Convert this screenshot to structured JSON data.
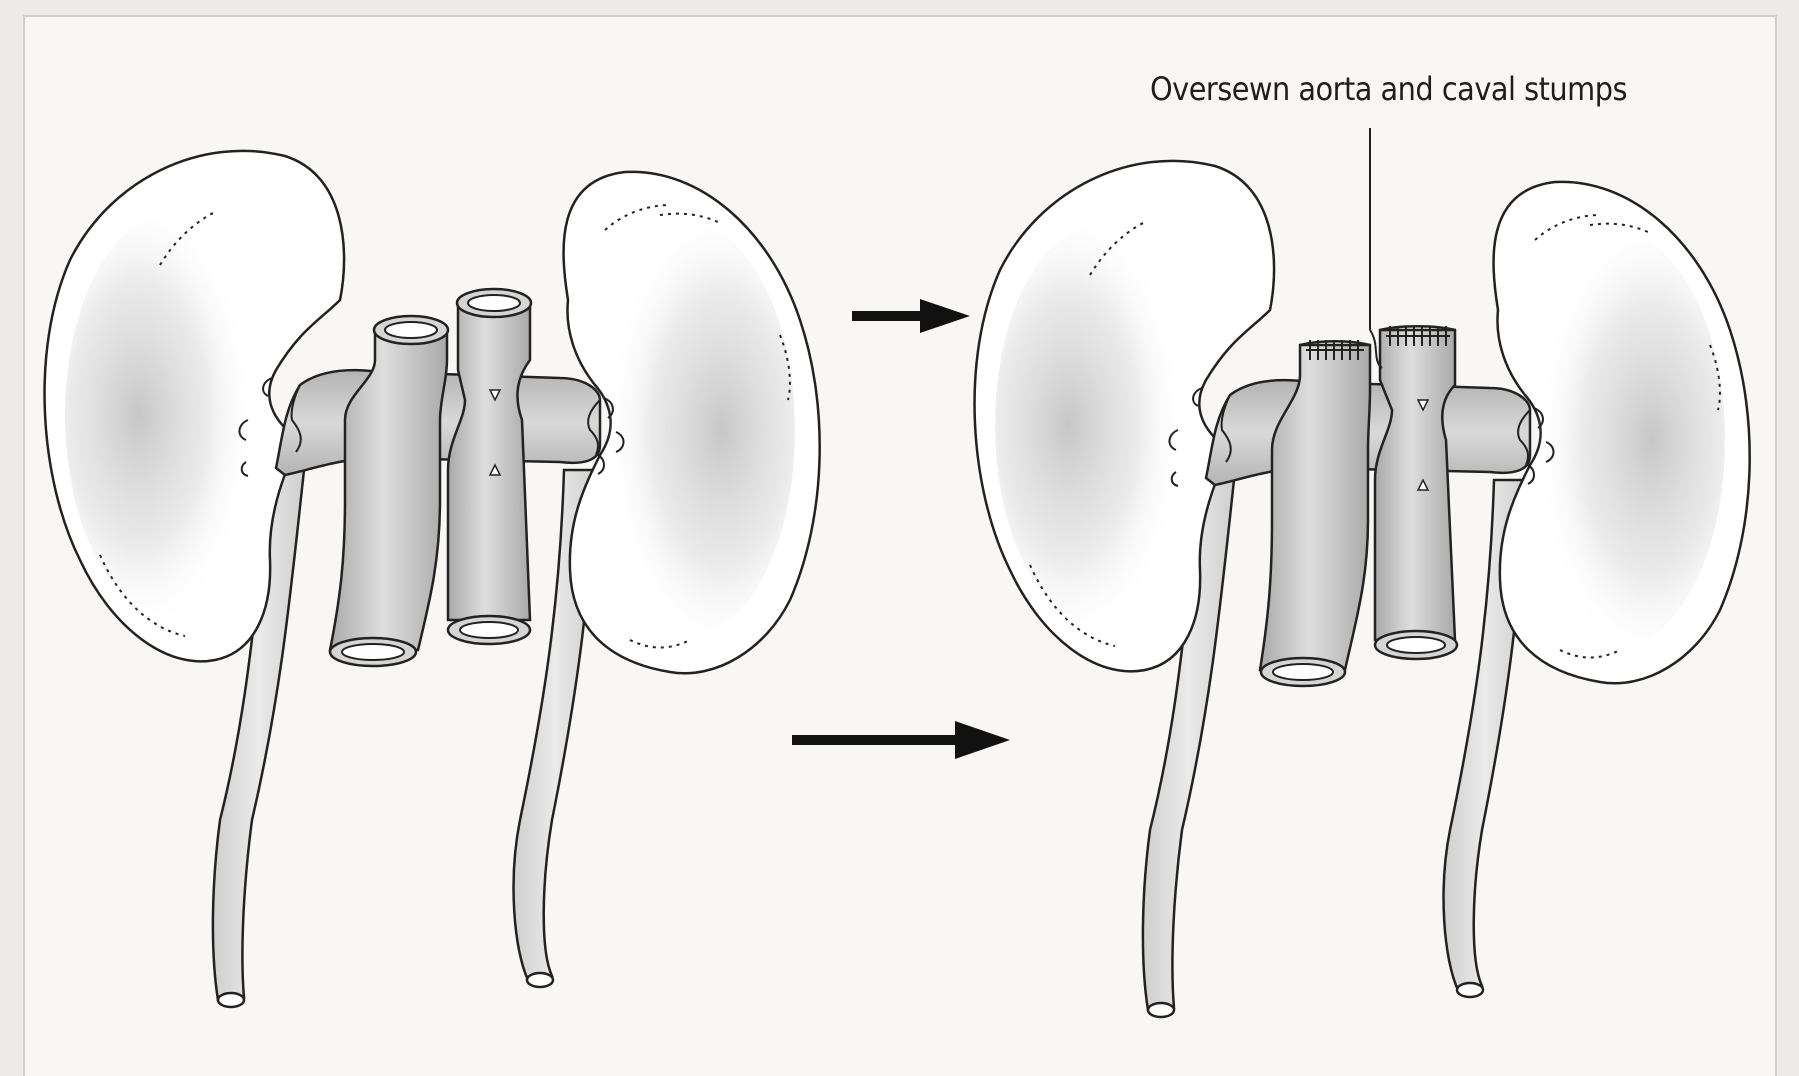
{
  "diagram": {
    "callout": {
      "label": "Oversewn aorta and caval stumps"
    },
    "colors": {
      "background": "#f2f1ee",
      "panel": "#f8f7f4",
      "kidney_fill": "#ffffff",
      "kidney_shade": "#bdbdbd",
      "vessel_fill": "#c5c5c5",
      "vessel_highlight": "#dcdcdc",
      "ureter_fill": "#dedede",
      "stroke": "#222222",
      "arrow": "#111111"
    },
    "panels": [
      {
        "id": "before",
        "state": "intact aorta and vena cava segments with open ends"
      },
      {
        "id": "after",
        "state": "upper ends of aorta and vena cava oversewn"
      }
    ],
    "arrows": [
      {
        "direction": "right"
      },
      {
        "direction": "right"
      }
    ]
  }
}
